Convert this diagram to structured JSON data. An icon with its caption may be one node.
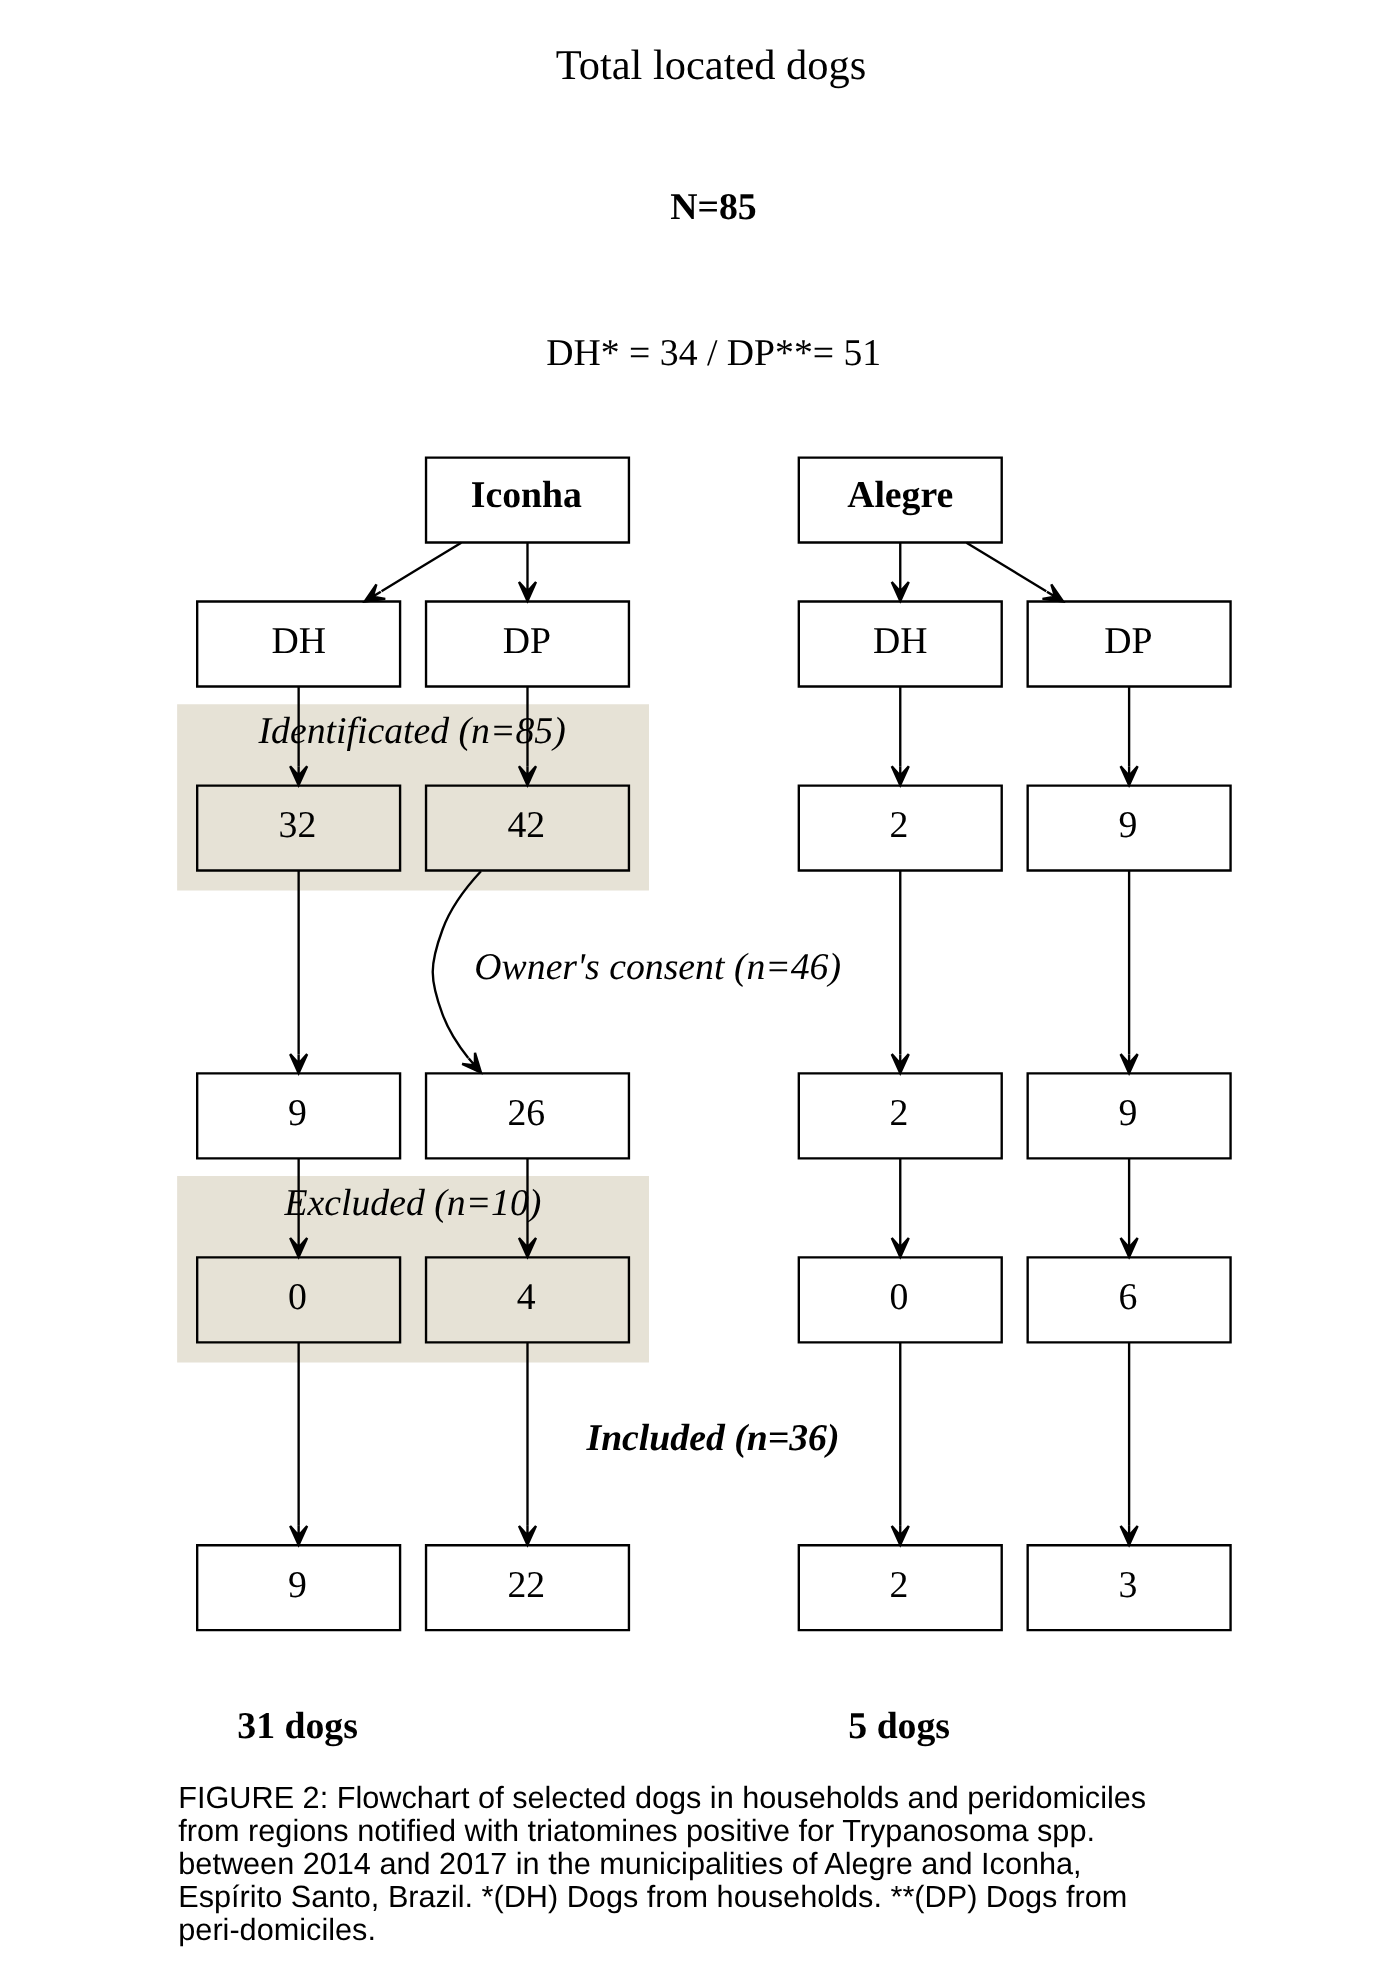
{
  "diagram": {
    "title": "Total located dogs",
    "caption": "FIGURE 2: Flowchart of selected dogs in households and peridomiciles from regions notified with triatomines positive for Trypanosoma spp. between 2014 and 2017 in the municipalities of Alegre and Iconha, Espírito Santo, Brazil. *(DH) Dogs from households. **(DP) Dogs from peri-domiciles.",
    "nodes": [
      {
        "text": [
          "Iconha"
        ]
      },
      {
        "text": [
          "Alegre"
        ]
      },
      {
        "text": [
          "DH"
        ]
      },
      {
        "text": [
          "DP"
        ]
      },
      {
        "text": [
          "DH"
        ]
      },
      {
        "text": [
          "DP"
        ]
      },
      {
        "text": [
          "Identificated (n=85)"
        ]
      },
      {
        "text": [
          "32"
        ],
        "in": 6
      },
      {
        "text": [
          "42"
        ],
        "in": 6
      },
      {
        "text": [
          "2"
        ]
      },
      {
        "text": [
          "9"
        ]
      },
      {
        "text": [
          "9"
        ]
      },
      {
        "text": [
          "26"
        ]
      },
      {
        "text": [
          "2"
        ]
      },
      {
        "text": [
          "9"
        ]
      },
      {
        "text": [
          "Excluded (n=10)"
        ]
      },
      {
        "text": [
          "0"
        ],
        "in": 15
      },
      {
        "text": [
          "4"
        ],
        "in": 15
      },
      {
        "text": [
          "0"
        ]
      },
      {
        "text": [
          "6"
        ]
      },
      {
        "text": [
          "9"
        ]
      },
      {
        "text": [
          "22"
        ]
      },
      {
        "text": [
          "2"
        ]
      },
      {
        "text": [
          "3"
        ]
      }
    ],
    "edges": [
      {
        "from": 0,
        "to": 2,
        "arrow": "to"
      },
      {
        "from": 0,
        "to": 3,
        "arrow": "to"
      },
      {
        "from": 1,
        "to": 4,
        "arrow": "to"
      },
      {
        "from": 1,
        "to": 5,
        "arrow": "to"
      },
      {
        "from": 2,
        "to": 7,
        "arrow": "to"
      },
      {
        "from": 3,
        "to": 8,
        "arrow": "to"
      },
      {
        "from": 4,
        "to": 9,
        "arrow": "to"
      },
      {
        "from": 5,
        "to": 10,
        "arrow": "to"
      },
      {
        "from": 7,
        "to": 11,
        "arrow": "to"
      },
      {
        "from": 8,
        "to": 12,
        "arrow": "to"
      },
      {
        "from": 9,
        "to": 13,
        "arrow": "to"
      },
      {
        "from": 10,
        "to": 14,
        "arrow": "to"
      },
      {
        "from": 11,
        "to": 16,
        "arrow": "to"
      },
      {
        "from": 12,
        "to": 17,
        "arrow": "to"
      },
      {
        "from": 13,
        "to": 18,
        "arrow": "to"
      },
      {
        "from": 14,
        "to": 19,
        "arrow": "to"
      },
      {
        "from": 16,
        "to": 20,
        "arrow": "to"
      },
      {
        "from": 17,
        "to": 21,
        "arrow": "to"
      },
      {
        "from": 18,
        "to": 22,
        "arrow": "to"
      },
      {
        "from": 19,
        "to": 23,
        "arrow": "to"
      }
    ],
    "labels": [
      "N=85",
      "DH* = 34 / DP**= 51",
      "Owner's consent (n=46)",
      "Included (n=36)",
      "31 dogs",
      "5 dogs"
    ]
  }
}
